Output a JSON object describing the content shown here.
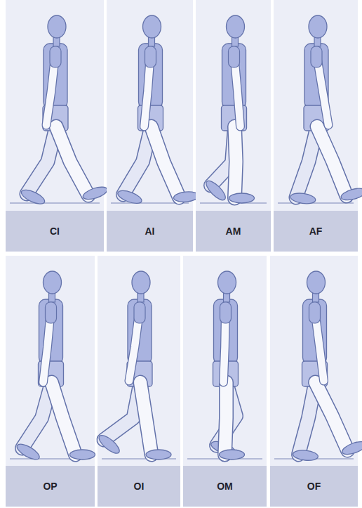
{
  "diagram": {
    "nodes": [
      {
        "text": [
          "CI"
        ]
      },
      {
        "text": [
          "AI"
        ]
      },
      {
        "text": [
          "AM"
        ]
      },
      {
        "text": [
          "AF"
        ]
      },
      {
        "text": [
          "OP"
        ]
      },
      {
        "text": [
          "OI"
        ]
      },
      {
        "text": [
          "OM"
        ]
      },
      {
        "text": [
          "OF"
        ]
      }
    ]
  }
}
